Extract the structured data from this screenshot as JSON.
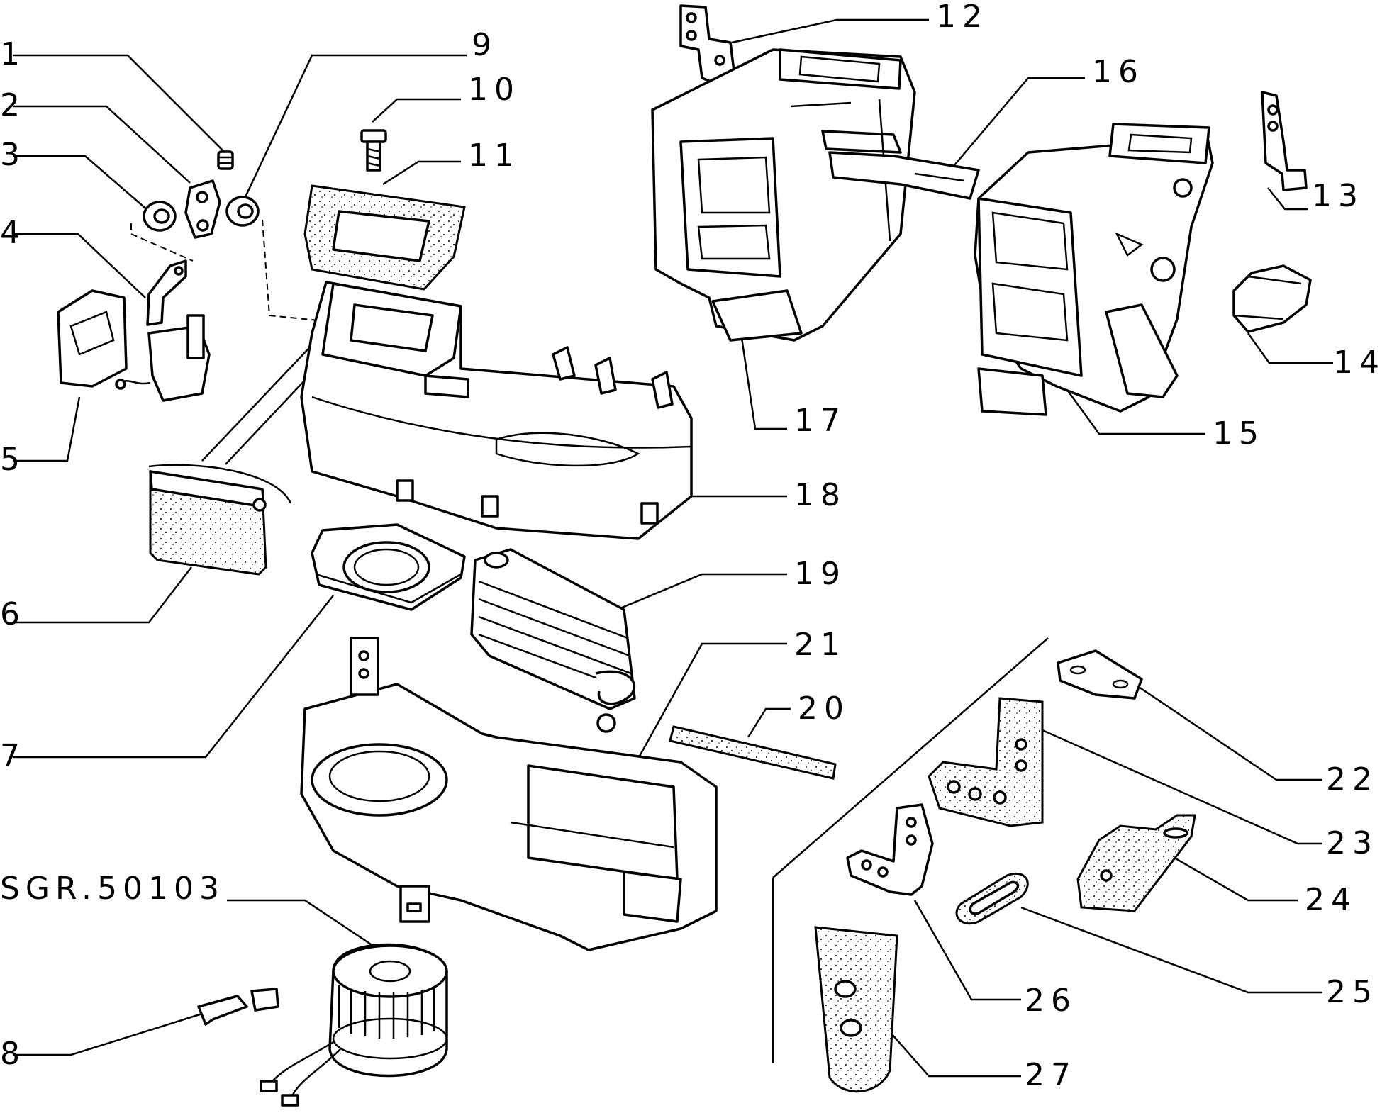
{
  "diagram": {
    "callouts": [
      {
        "id": "1",
        "text": "1"
      },
      {
        "id": "2",
        "text": "2"
      },
      {
        "id": "3",
        "text": "3"
      },
      {
        "id": "4",
        "text": "4"
      },
      {
        "id": "5",
        "text": "5"
      },
      {
        "id": "6",
        "text": "6"
      },
      {
        "id": "7",
        "text": "7"
      },
      {
        "id": "8",
        "text": "8"
      },
      {
        "id": "9",
        "text": "9"
      },
      {
        "id": "10",
        "text": "10"
      },
      {
        "id": "11",
        "text": "11"
      },
      {
        "id": "12",
        "text": "12"
      },
      {
        "id": "13",
        "text": "13"
      },
      {
        "id": "14",
        "text": "14"
      },
      {
        "id": "15",
        "text": "15"
      },
      {
        "id": "16",
        "text": "16"
      },
      {
        "id": "17",
        "text": "17"
      },
      {
        "id": "18",
        "text": "18"
      },
      {
        "id": "19",
        "text": "19"
      },
      {
        "id": "20",
        "text": "20"
      },
      {
        "id": "21",
        "text": "21"
      },
      {
        "id": "22",
        "text": "22"
      },
      {
        "id": "23",
        "text": "23"
      },
      {
        "id": "24",
        "text": "24"
      },
      {
        "id": "25",
        "text": "25"
      },
      {
        "id": "26",
        "text": "26"
      },
      {
        "id": "27",
        "text": "27"
      }
    ],
    "reference_code": "SGR.50103"
  }
}
